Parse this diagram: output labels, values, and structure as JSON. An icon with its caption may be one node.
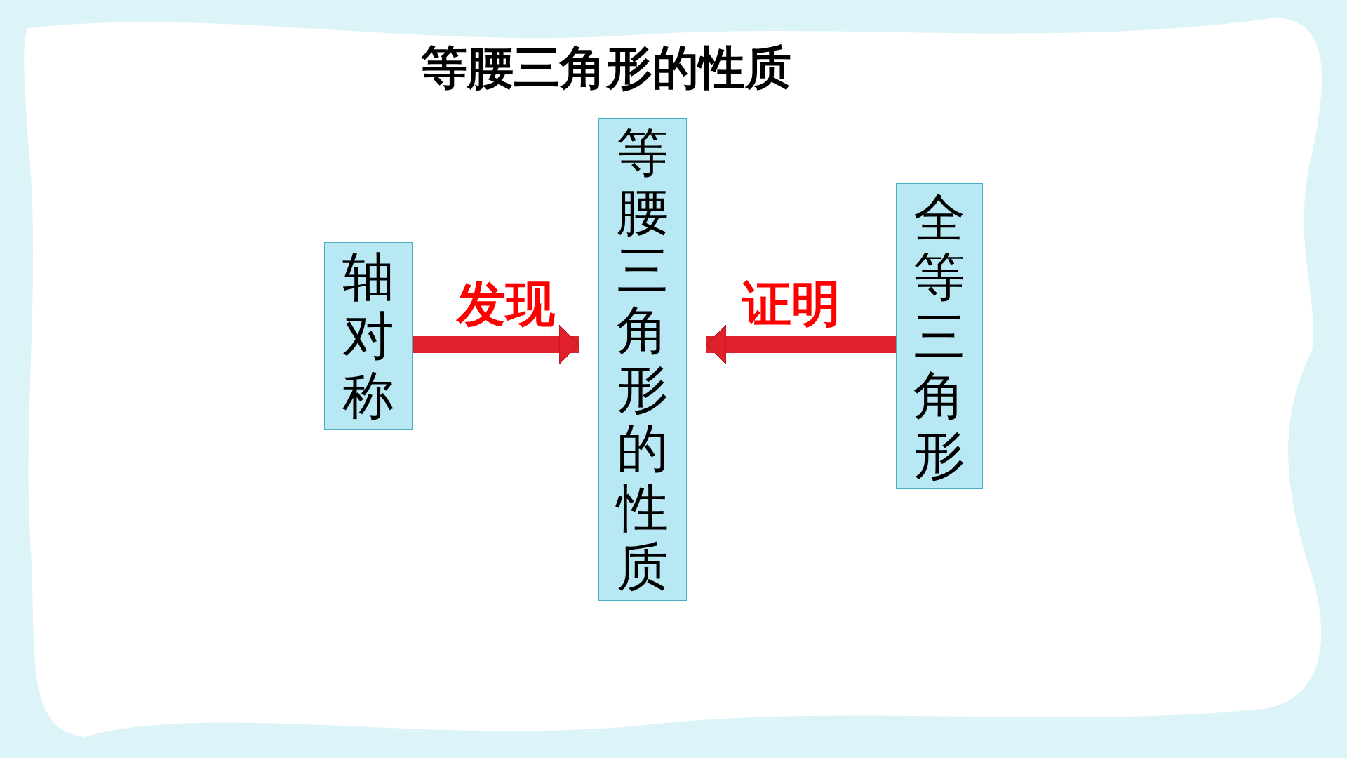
{
  "diagram": {
    "title": "等腰三角形的性质",
    "nodes": [
      {
        "text": [
          "轴对称"
        ]
      },
      {
        "text": [
          "等腰三角形的性质"
        ]
      },
      {
        "text": [
          "全等三角形"
        ]
      }
    ],
    "edges": [
      {
        "from": 0,
        "to": 1,
        "arrow": "to",
        "label": "发现"
      },
      {
        "from": 2,
        "to": 1,
        "arrow": "to",
        "label": "证明"
      }
    ]
  }
}
